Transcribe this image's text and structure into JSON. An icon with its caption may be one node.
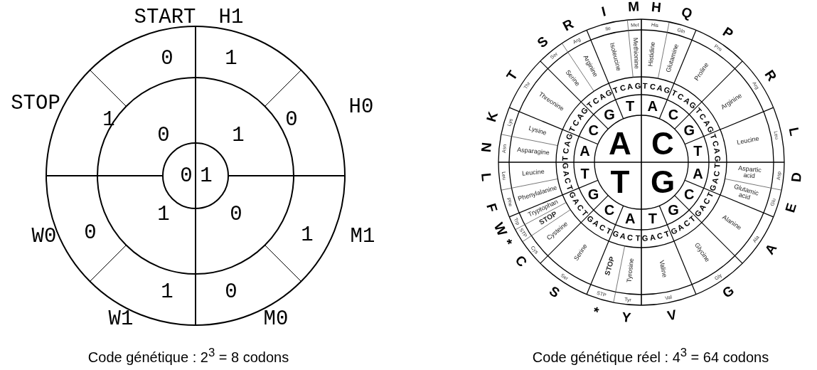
{
  "diagram": {
    "labels": [
      "START",
      "H1",
      "0",
      "1",
      "STOP",
      "H0",
      "1",
      "0",
      "1",
      "0",
      "0",
      "1",
      "1",
      "0",
      "W0",
      "0",
      "1",
      "M1",
      "1",
      "0",
      "W1",
      "M0",
      "Code génétique : 2$^{3}$ = 8 codons",
      "Code génétique réel : 4$^{3}$ = 64 codons",
      "C",
      "G",
      "T",
      "A",
      "A",
      "C",
      "G",
      "T",
      "A",
      "C",
      "G",
      "T",
      "A",
      "C",
      "G",
      "T",
      "A",
      "C",
      "G",
      "T",
      "T",
      "C",
      "A",
      "G",
      "T",
      "C",
      "A",
      "G",
      "T",
      "C",
      "A",
      "G",
      "T",
      "C",
      "A",
      "G",
      "T",
      "C",
      "A",
      "G",
      "T",
      "C",
      "A",
      "G",
      "T",
      "C",
      "A",
      "G",
      "T",
      "C",
      "A",
      "G",
      "T",
      "C",
      "A",
      "G",
      "T",
      "C",
      "A",
      "G",
      "T",
      "C",
      "A",
      "G",
      "T",
      "C",
      "A",
      "G",
      "T",
      "C",
      "A",
      "G",
      "T",
      "C",
      "A",
      "G",
      "T",
      "C",
      "A",
      "G",
      "T",
      "C",
      "A",
      "G",
      "Histidine",
      "Glutamine",
      "Proline",
      "Arginine",
      "Leucine",
      "Aspartic acid",
      "Glutamic acid",
      "Alanine",
      "Glycine",
      "Valine",
      "Tyrosine",
      "STOP",
      "Serine",
      "Cysteine",
      "STOP",
      "Tryptophan",
      "Phenylalanine",
      "Leucine",
      "Asparagine",
      "Lysine",
      "Threonine",
      "Serine",
      "Arginine",
      "Isoleucine",
      "Methionine",
      "His",
      "Gln",
      "Pro",
      "Arg",
      "Leu",
      "Asp",
      "Glu",
      "Ala",
      "Gly",
      "Val",
      "Tyr",
      "STP",
      "Ser",
      "Cys",
      "STP",
      "Trp",
      "Phe",
      "Leu",
      "Asn",
      "Lys",
      "Thr",
      "Ser",
      "Arg",
      "Ile",
      "Met",
      "H",
      "Q",
      "P",
      "R",
      "L",
      "D",
      "E",
      "A",
      "G",
      "V",
      "Y",
      "*",
      "S",
      "C",
      "*",
      "W",
      "F",
      "L",
      "N",
      "K",
      "T",
      "S",
      "R",
      "I",
      "M"
    ]
  }
}
